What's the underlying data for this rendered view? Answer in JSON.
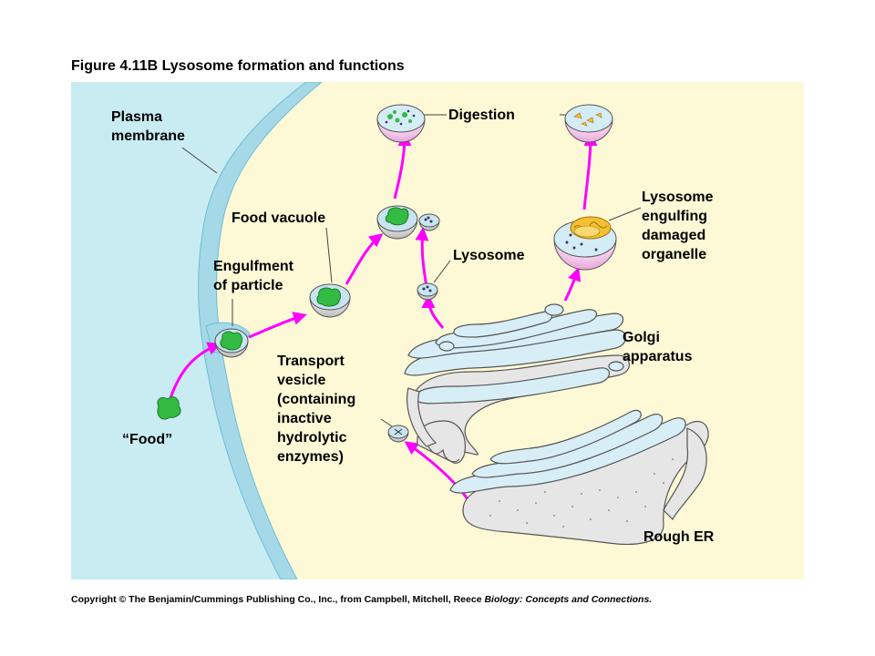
{
  "title": "Figure 4.11B  Lysosome formation and functions",
  "labels": {
    "plasma_membrane": [
      "Plasma",
      "membrane"
    ],
    "digestion": "Digestion",
    "food_vacuole": "Food vacuole",
    "lysosome_engulfing": [
      "Lysosome",
      "engulfing",
      "damaged",
      "organelle"
    ],
    "engulfment": [
      "Engulfment",
      "of particle"
    ],
    "lysosome": "Lysosome",
    "golgi": [
      "Golgi",
      "apparatus"
    ],
    "transport_vesicle": [
      "Transport",
      "vesicle",
      "(containing",
      "inactive",
      "hydrolytic",
      "enzymes)"
    ],
    "food": "“Food”",
    "rough_er": "Rough ER"
  },
  "copyright": {
    "text": "Copyright © The Benjamin/Cummings Publishing Co., Inc., from Campbell, Mitchell, Reece",
    "book": "Biology: Concepts and Connections."
  },
  "colors": {
    "extracellular": "#c9ecf3",
    "cytoplasm": "#fdf9d6",
    "membrane": "#9fd7e6",
    "arrow": "#ff00ff",
    "food": "#33bb44",
    "vesicle_top": "#c8e4f0",
    "lysosome_pink": "#f4c4ec",
    "organelle": "#f5c030",
    "golgi": "#e8e8e8"
  }
}
